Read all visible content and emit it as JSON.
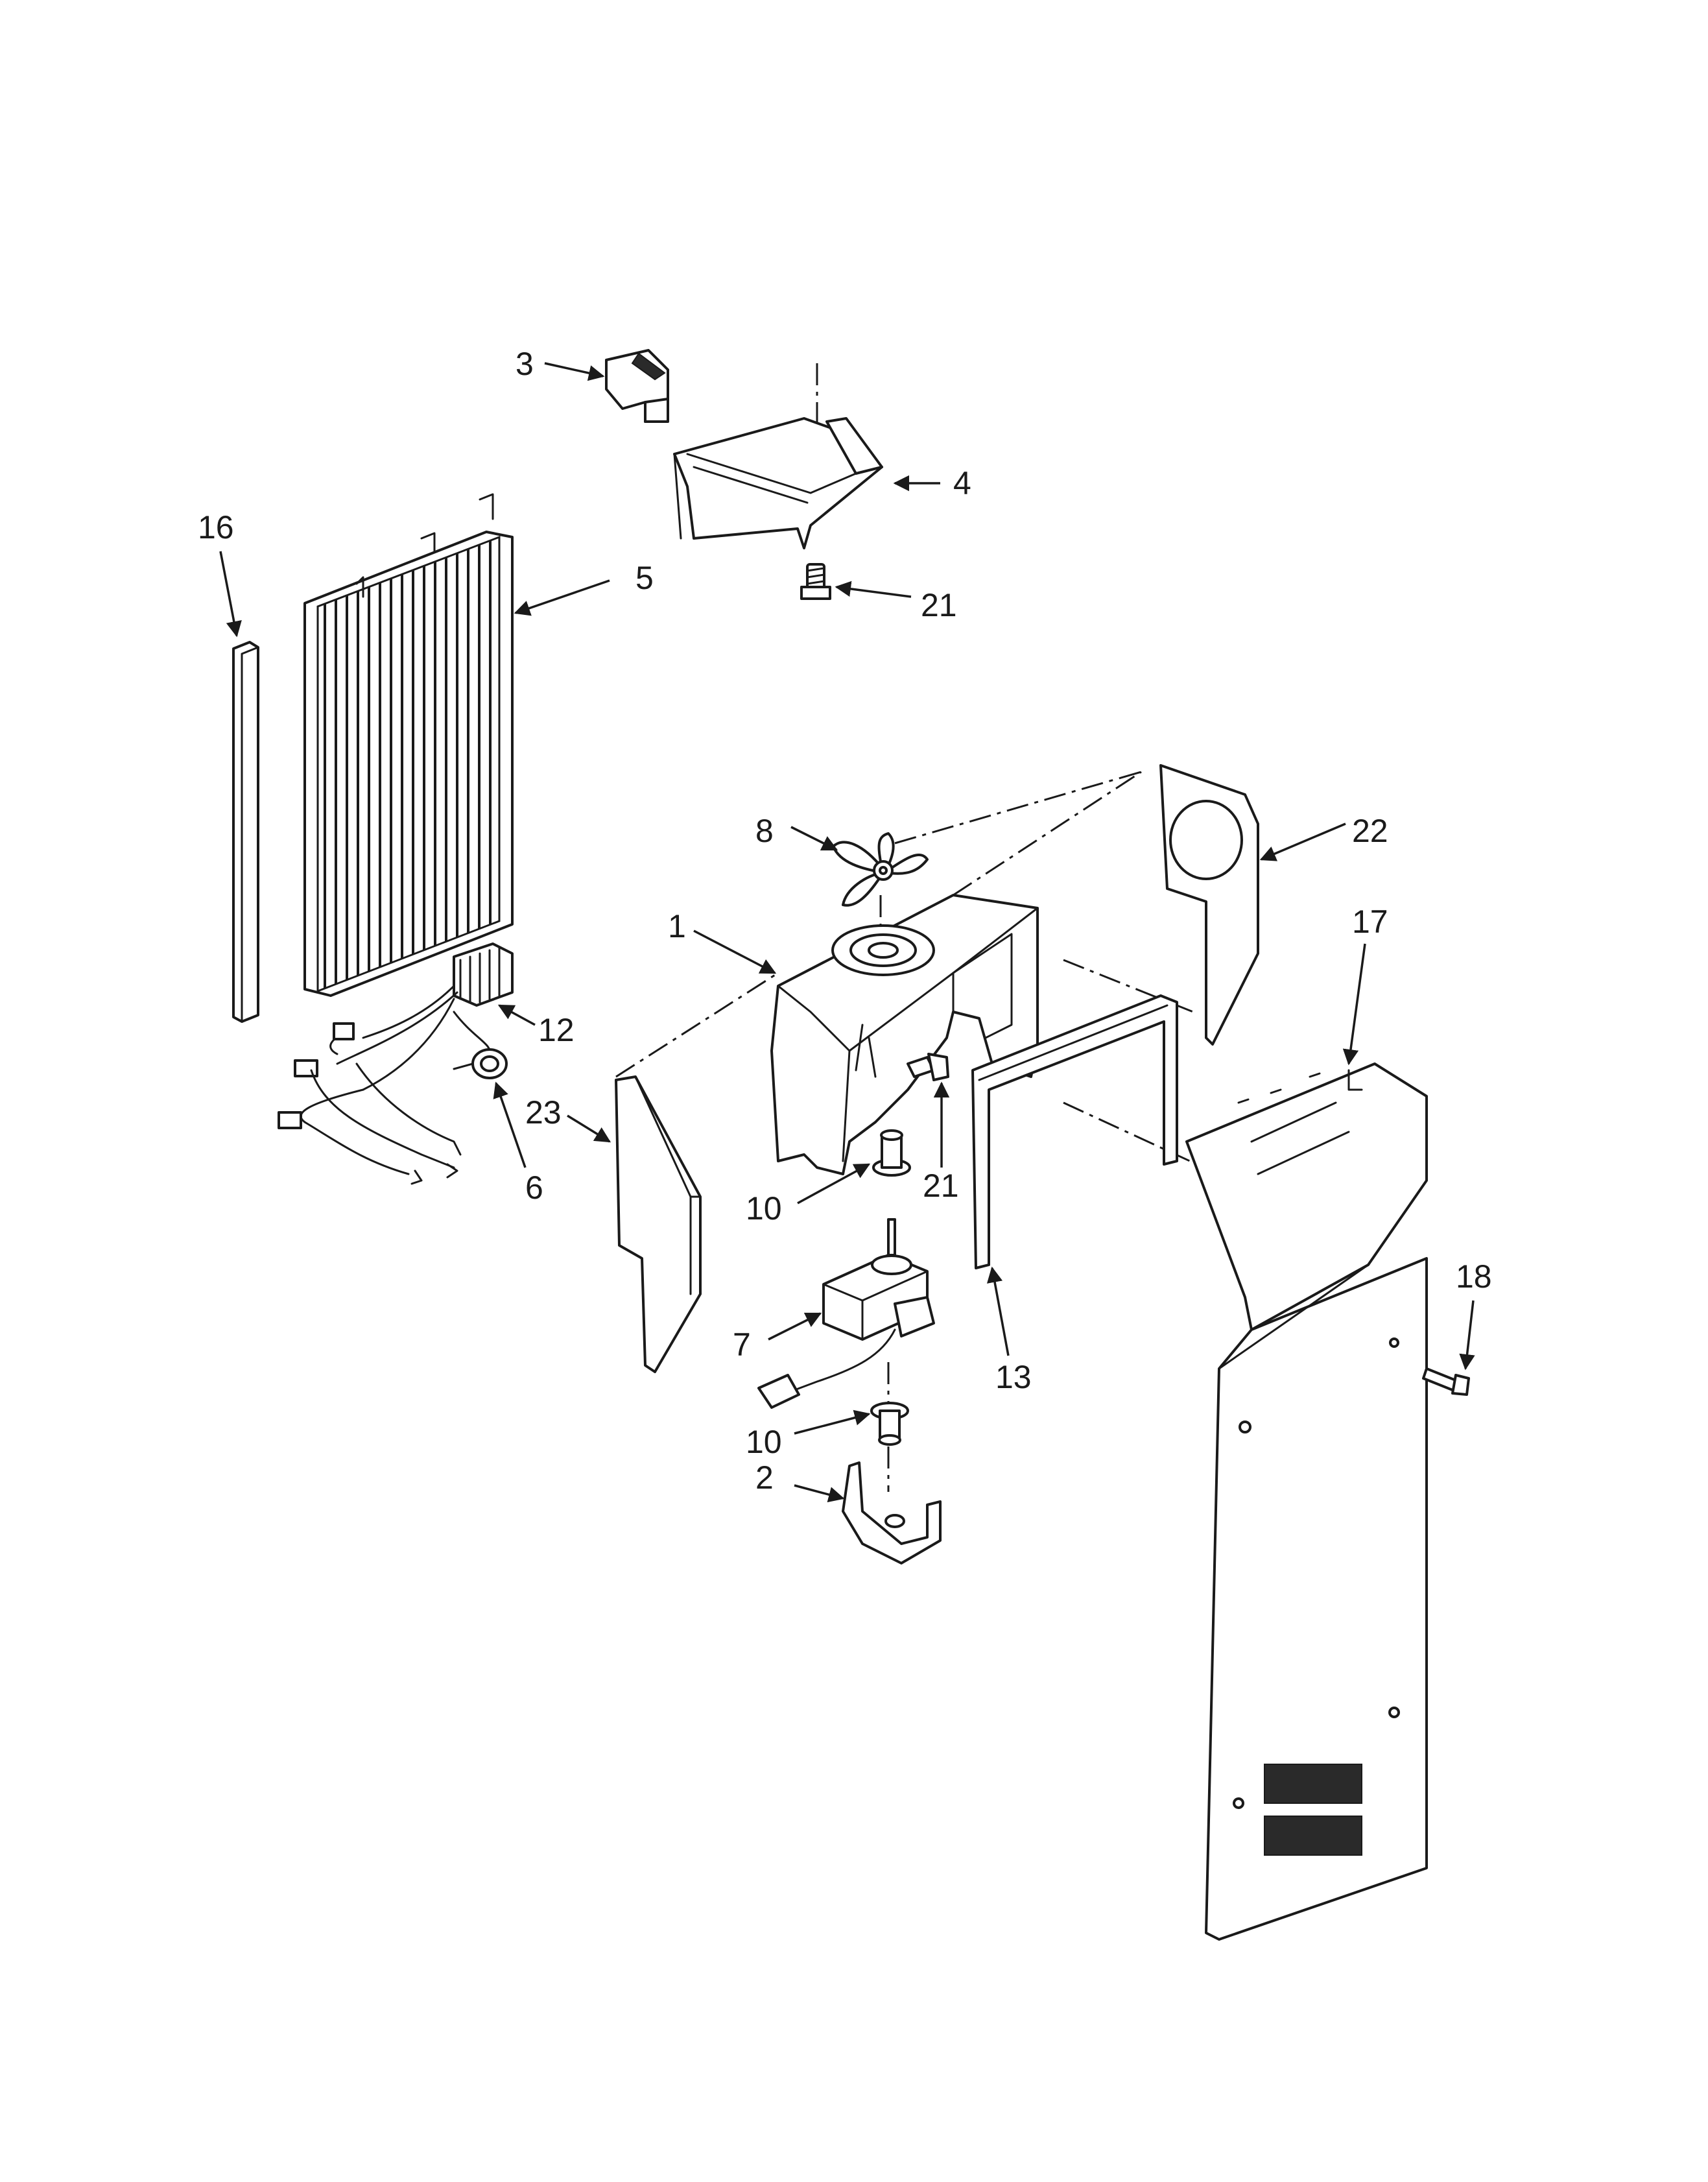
{
  "callouts": {
    "c3": "3",
    "c4": "4",
    "c16": "16",
    "c5": "5",
    "c21a": "21",
    "c8": "8",
    "c22": "22",
    "c1": "1",
    "c17": "17",
    "c12": "12",
    "c23": "23",
    "c6": "6",
    "c21b": "21",
    "c10a": "10",
    "c18": "18",
    "c7": "7",
    "c13": "13",
    "c10b": "10",
    "c2": "2"
  }
}
